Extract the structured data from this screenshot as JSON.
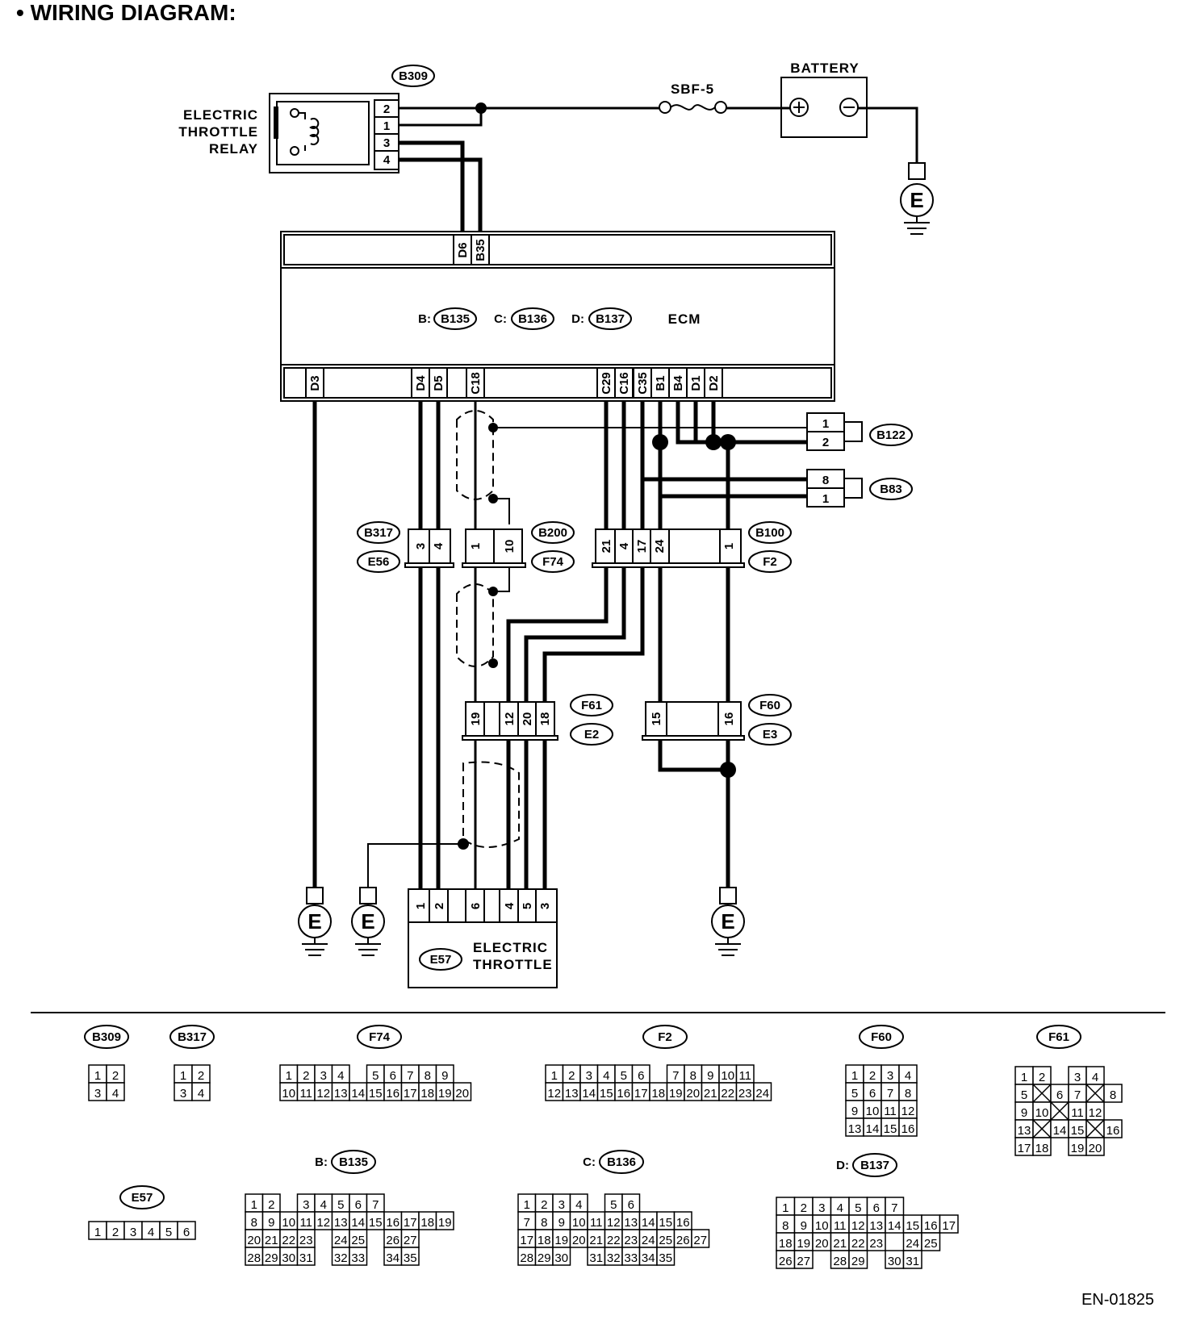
{
  "title": "WIRING DIAGRAM:",
  "figure_id": "EN-01825",
  "relay": {
    "label_lines": [
      "ELECTRIC",
      "THROTTLE",
      "RELAY"
    ],
    "connector": "B309",
    "pins": [
      "2",
      "1",
      "3",
      "4"
    ]
  },
  "fuse": "SBF-5",
  "battery": "BATTERY",
  "ground": "E",
  "ecm": {
    "label": "ECM",
    "conn_b_prefix": "B:",
    "conn_b": "B135",
    "conn_c_prefix": "C:",
    "conn_c": "B136",
    "conn_d_prefix": "D:",
    "conn_d": "B137",
    "top_pins": [
      "D6",
      "B35"
    ],
    "bottom_pins": [
      "D3",
      "D4",
      "D5",
      "C18",
      "C29",
      "C16",
      "C35",
      "B1",
      "B4",
      "D1",
      "D2"
    ]
  },
  "connectors": {
    "b122": {
      "name": "B122",
      "pins": [
        "1",
        "2"
      ]
    },
    "b83": {
      "name": "B83",
      "pins": [
        "8",
        "1"
      ]
    },
    "b317": {
      "name": "B317",
      "mate": "E56",
      "pins": [
        "3",
        "4"
      ]
    },
    "b200": {
      "name": "B200",
      "mate": "F74",
      "pins": [
        "1",
        "10"
      ]
    },
    "b100": {
      "name": "B100",
      "mate": "F2",
      "pins": [
        "21",
        "4",
        "17",
        "24",
        "1"
      ]
    },
    "f61": {
      "name": "F61",
      "mate": "E2",
      "pins": [
        "19",
        "12",
        "20",
        "18"
      ]
    },
    "f60": {
      "name": "F60",
      "mate": "E3",
      "pins": [
        "15",
        "16"
      ]
    }
  },
  "throttle": {
    "connector": "E57",
    "label_lines": [
      "ELECTRIC",
      "THROTTLE"
    ],
    "pins": [
      "1",
      "2",
      "6",
      "4",
      "5",
      "3"
    ]
  },
  "views": {
    "b309": {
      "name": "B309",
      "rows": [
        [
          "1",
          "2"
        ],
        [
          "3",
          "4"
        ]
      ]
    },
    "b317": {
      "name": "B317",
      "rows": [
        [
          "1",
          "2"
        ],
        [
          "3",
          "4"
        ]
      ]
    },
    "f74": {
      "name": "F74",
      "rows": [
        [
          "1",
          "2",
          "3",
          "4",
          "",
          "5",
          "6",
          "7",
          "8",
          "9"
        ],
        [
          "10",
          "11",
          "12",
          "13",
          "14",
          "15",
          "16",
          "17",
          "18",
          "19",
          "20"
        ]
      ]
    },
    "f2": {
      "name": "F2",
      "rows": [
        [
          "1",
          "2",
          "3",
          "4",
          "5",
          "6",
          "",
          "7",
          "8",
          "9",
          "10",
          "11"
        ],
        [
          "12",
          "13",
          "14",
          "15",
          "16",
          "17",
          "18",
          "19",
          "20",
          "21",
          "22",
          "23",
          "24"
        ]
      ]
    },
    "f60": {
      "name": "F60",
      "rows": [
        [
          "1",
          "2",
          "3",
          "4"
        ],
        [
          "5",
          "6",
          "7",
          "8"
        ],
        [
          "9",
          "10",
          "11",
          "12"
        ],
        [
          "13",
          "14",
          "15",
          "16"
        ]
      ]
    },
    "f61": {
      "name": "F61",
      "rows": [
        [
          "1",
          "2",
          "",
          "3",
          "4"
        ],
        [
          "5",
          "X",
          "6",
          "7",
          "X",
          "8"
        ],
        [
          "9",
          "10",
          "X",
          "11",
          "12"
        ],
        [
          "13",
          "X",
          "14",
          "15",
          "X",
          "16"
        ],
        [
          "17",
          "18",
          "",
          "19",
          "20"
        ]
      ]
    },
    "e57": {
      "name": "E57",
      "rows": [
        [
          "1",
          "2",
          "3",
          "4",
          "5",
          "6"
        ]
      ]
    },
    "b135": {
      "name": "B135",
      "prefix": "B:",
      "rows": [
        [
          "1",
          "2",
          "",
          "3",
          "4",
          "5",
          "6",
          "7"
        ],
        [
          "8",
          "9",
          "10",
          "11",
          "12",
          "13",
          "14",
          "15",
          "16",
          "17",
          "18",
          "19"
        ],
        [
          "20",
          "21",
          "22",
          "23",
          "",
          "24",
          "25",
          "",
          "26",
          "27"
        ],
        [
          "28",
          "29",
          "30",
          "31",
          "",
          "32",
          "33",
          "",
          "34",
          "35"
        ]
      ]
    },
    "b136": {
      "name": "B136",
      "prefix": "C:",
      "rows": [
        [
          "1",
          "2",
          "3",
          "4",
          "",
          "5",
          "6"
        ],
        [
          "7",
          "8",
          "9",
          "10",
          "11",
          "12",
          "13",
          "14",
          "15",
          "16"
        ],
        [
          "17",
          "18",
          "19",
          "20",
          "21",
          "22",
          "23",
          "24",
          "25",
          "26",
          "27"
        ],
        [
          "28",
          "29",
          "30",
          "",
          "31",
          "32",
          "33",
          "34",
          "35"
        ]
      ]
    },
    "b137": {
      "name": "B137",
      "prefix": "D:",
      "rows": [
        [
          "1",
          "2",
          "3",
          "4",
          "5",
          "6",
          "7"
        ],
        [
          "8",
          "9",
          "10",
          "11",
          "12",
          "13",
          "14",
          "15",
          "16",
          "17"
        ],
        [
          "18",
          "19",
          "20",
          "21",
          "22",
          "23",
          "",
          "24",
          "25"
        ],
        [
          "26",
          "27",
          "",
          "28",
          "29",
          "",
          "30",
          "31"
        ]
      ]
    }
  }
}
